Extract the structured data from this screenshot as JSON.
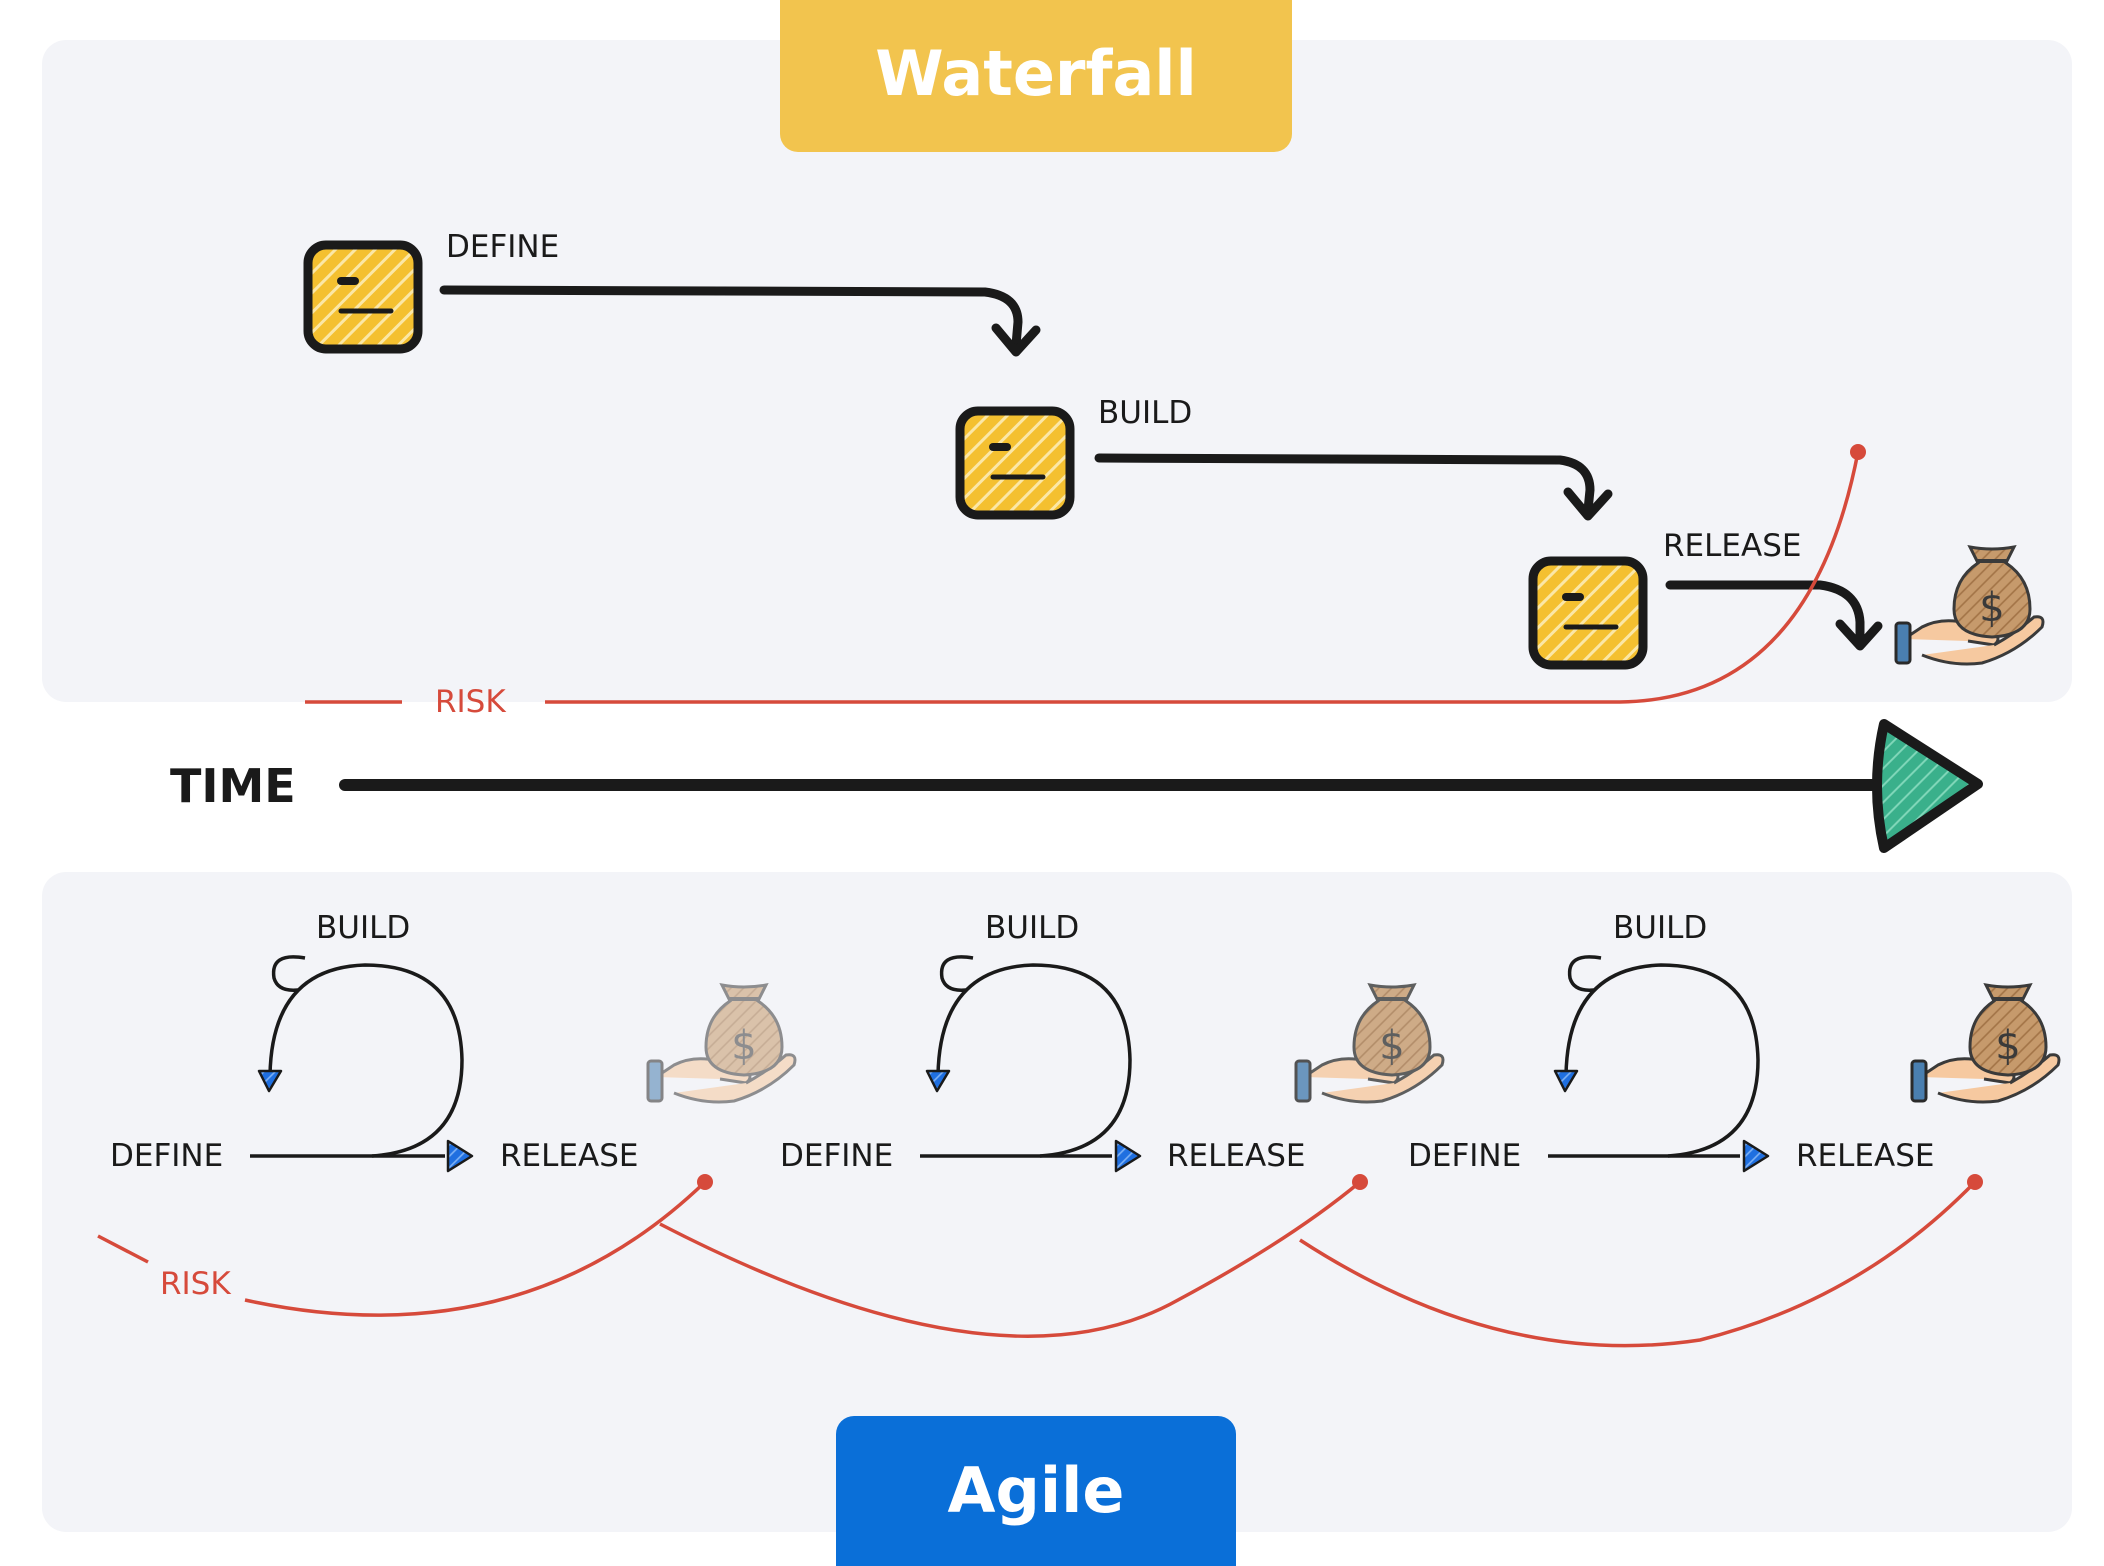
{
  "waterfall": {
    "title": "Waterfall",
    "steps": [
      "DEFINE",
      "BUILD",
      "RELEASE"
    ],
    "risk_label": "RISK",
    "colors": {
      "banner": "#f2c44e",
      "box": "#f4c030",
      "risk": "#d64a3b"
    },
    "icons": [
      "neutral-face-box-icon",
      "money-bag-hand-icon"
    ]
  },
  "time": {
    "label": "TIME",
    "arrow_color": "#3ab08b"
  },
  "agile": {
    "title": "Agile",
    "iterations": [
      {
        "define": "DEFINE",
        "build": "BUILD",
        "release": "RELEASE"
      },
      {
        "define": "DEFINE",
        "build": "BUILD",
        "release": "RELEASE"
      },
      {
        "define": "DEFINE",
        "build": "BUILD",
        "release": "RELEASE"
      }
    ],
    "risk_label": "RISK",
    "colors": {
      "banner": "#0a6fd8",
      "loop_arrow": "#1f6fe0",
      "risk": "#d64a3b"
    },
    "icons": [
      "cycle-loop-icon",
      "money-bag-hand-icon"
    ]
  }
}
